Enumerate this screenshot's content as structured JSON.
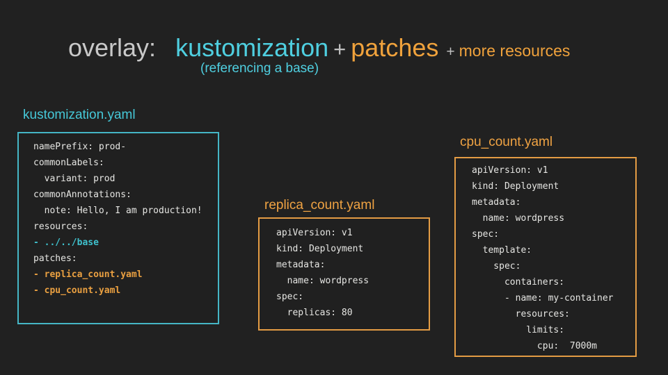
{
  "colors": {
    "background": "#212121",
    "cyan": "#4fcfe0",
    "orange": "#f0a343",
    "title_gray": "#c9c9c9",
    "code_text": "#e6e6e3",
    "border_cyan": "#45b6c6",
    "border_orange": "#e49c44"
  },
  "title": {
    "prefix": "overlay:",
    "term1": "kustomization",
    "plus1": "+",
    "term2": "patches",
    "plus2": "+",
    "term3": "more resources",
    "subtitle": "(referencing a base)"
  },
  "boxes": {
    "kustomization": {
      "label": "kustomization.yaml",
      "lines": [
        {
          "t": "namePrefix: prod-"
        },
        {
          "t": "commonLabels:"
        },
        {
          "t": "  variant: prod"
        },
        {
          "t": "commonAnnotations:"
        },
        {
          "t": "  note: Hello, I am production!"
        },
        {
          "t": "resources:"
        },
        {
          "t": "- ../../base",
          "c": "cyan"
        },
        {
          "t": "patches:"
        },
        {
          "t": "- replica_count.yaml",
          "c": "orange"
        },
        {
          "t": "- cpu_count.yaml",
          "c": "orange"
        }
      ]
    },
    "replica_count": {
      "label": "replica_count.yaml",
      "lines": [
        {
          "t": "apiVersion: v1"
        },
        {
          "t": "kind: Deployment"
        },
        {
          "t": "metadata:"
        },
        {
          "t": "  name: wordpress"
        },
        {
          "t": "spec:"
        },
        {
          "t": "  replicas: 80"
        }
      ]
    },
    "cpu_count": {
      "label": "cpu_count.yaml",
      "lines": [
        {
          "t": "apiVersion: v1"
        },
        {
          "t": "kind: Deployment"
        },
        {
          "t": "metadata:"
        },
        {
          "t": "  name: wordpress"
        },
        {
          "t": "spec:"
        },
        {
          "t": "  template:"
        },
        {
          "t": "    spec:"
        },
        {
          "t": "      containers:"
        },
        {
          "t": "      - name: my-container"
        },
        {
          "t": "        resources:"
        },
        {
          "t": "          limits:"
        },
        {
          "t": "            cpu:  7000m"
        }
      ]
    }
  }
}
